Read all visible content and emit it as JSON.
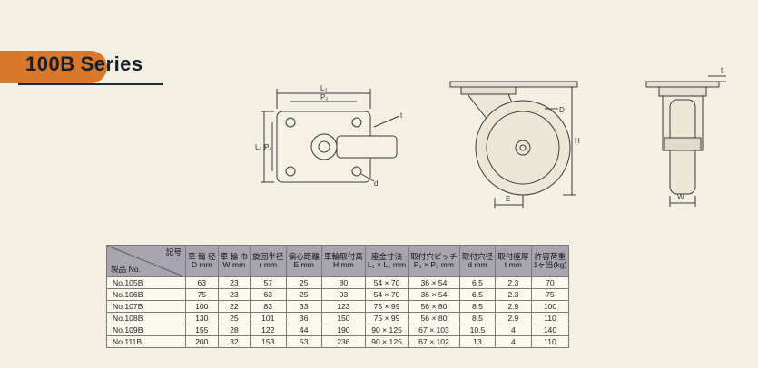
{
  "header": {
    "series_code": "100B",
    "series_word": "Series"
  },
  "colors": {
    "accent": "#d9782d",
    "ink": "#11202a",
    "table_header": "#a7a6b0"
  },
  "diagram_labels": {
    "l2": "L₂",
    "p2": "P₂",
    "l1": "L₁",
    "p1": "P₁",
    "t": "t",
    "d_small": "d",
    "D": "D",
    "H": "H",
    "E": "E",
    "t2": "t",
    "W": "W"
  },
  "table": {
    "corner_top": "記号",
    "corner_bottom": "製品 No.",
    "headers": [
      {
        "jp": "車 輪 径",
        "unit": "D mm"
      },
      {
        "jp": "車 輪 巾",
        "unit": "W mm"
      },
      {
        "jp": "旋回半径",
        "unit": "r mm"
      },
      {
        "jp": "偏心距離",
        "unit": "E mm"
      },
      {
        "jp": "車輪取付高",
        "unit": "H mm"
      },
      {
        "jp": "座金寸法",
        "unit": "L₁ × L₂ mm"
      },
      {
        "jp": "取付穴ピッチ",
        "unit": "P₁ × P₂ mm"
      },
      {
        "jp": "取付穴径",
        "unit": "d mm"
      },
      {
        "jp": "取付座厚",
        "unit": "t mm"
      },
      {
        "jp": "許容荷重",
        "unit": "1ヶ当(kg)"
      }
    ],
    "rows": [
      [
        "No.105B",
        "63",
        "23",
        "57",
        "25",
        "80",
        "54 × 70",
        "36 × 54",
        "6.5",
        "2.3",
        "70"
      ],
      [
        "No.106B",
        "75",
        "23",
        "63",
        "25",
        "93",
        "54 × 70",
        "36 × 54",
        "6.5",
        "2.3",
        "75"
      ],
      [
        "No.107B",
        "100",
        "22",
        "83",
        "33",
        "123",
        "75 × 99",
        "56 × 80",
        "8.5",
        "2.9",
        "100"
      ],
      [
        "No.108B",
        "130",
        "25",
        "101",
        "36",
        "150",
        "75 × 99",
        "56 × 80",
        "8.5",
        "2.9",
        "110"
      ],
      [
        "No.109B",
        "155",
        "28",
        "122",
        "44",
        "190",
        "90 × 125",
        "67 × 103",
        "10.5",
        "4",
        "140"
      ],
      [
        "No.111B",
        "200",
        "32",
        "153",
        "53",
        "236",
        "90 × 125",
        "67 × 102",
        "13",
        "4",
        "110"
      ]
    ]
  }
}
